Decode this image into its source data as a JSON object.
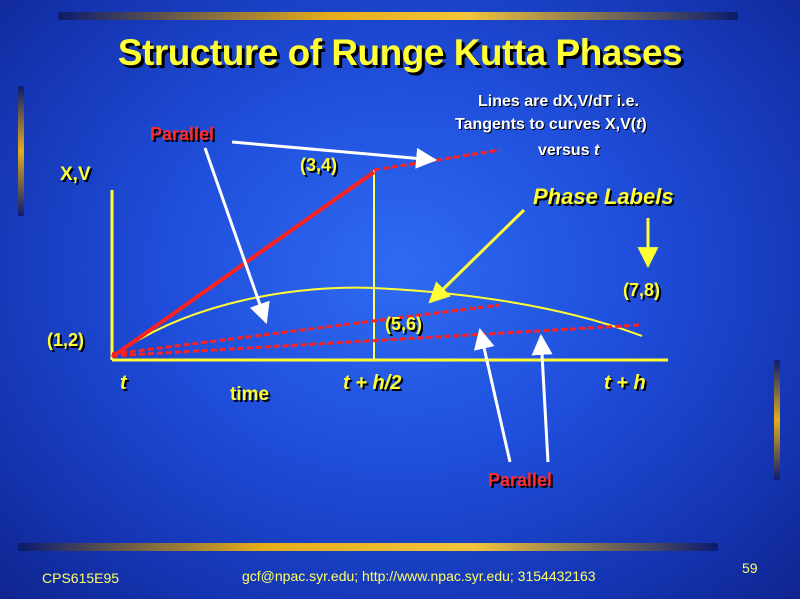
{
  "title": "Structure of Runge Kutta Phases",
  "annotations": {
    "parallel_top": "Parallel",
    "parallel_bottom": "Parallel",
    "phase_labels": "Phase Labels",
    "note_line1": "Lines are dX,V/dT i.e.",
    "note_line2_prefix": "Tangents to curves X,V(",
    "note_line2_var": "t",
    "note_line2_suffix": ")",
    "note_line3_prefix": "versus ",
    "note_line3_var": "t"
  },
  "axes": {
    "y_label": "X,V",
    "x_label": "time"
  },
  "tick_labels": {
    "t0": "t",
    "t_half": "t + h/2",
    "t_full": "t + h"
  },
  "phase_points": {
    "p12": "(1,2)",
    "p34": "(3,4)",
    "p56": "(5,6)",
    "p78": "(7,8)"
  },
  "footer": {
    "course": "CPS615E95",
    "contact": "gcf@npac.syr.edu; http://www.npac.syr.edu; 3154432163",
    "page": "59"
  },
  "colors": {
    "title": "#ffff33",
    "axis": "#ffff33",
    "curve": "#ffff33",
    "tangent": "#ff2020",
    "arrow": "#ffffff"
  }
}
